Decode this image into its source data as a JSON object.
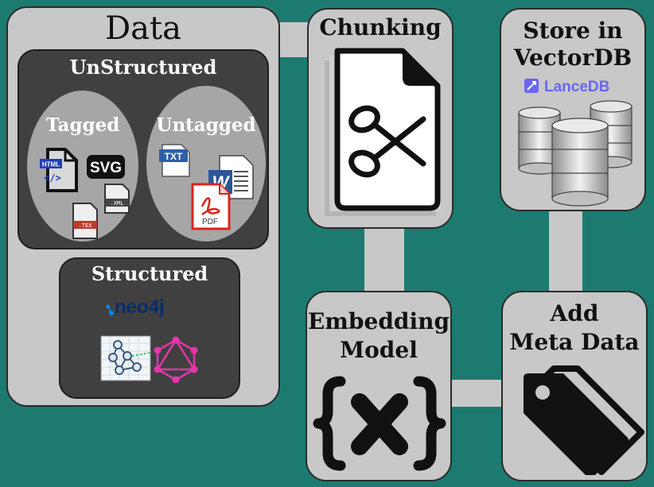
{
  "data_panel": {
    "title": "Data",
    "unstructured": {
      "title": "UnStructured",
      "tagged": {
        "title": "Tagged",
        "icons": [
          {
            "icon": "html-file-icon",
            "text": "HTML",
            "text2": "</>"
          },
          {
            "icon": "svg-file-icon",
            "text": "SVG"
          },
          {
            "icon": "xml-file-icon",
            "text": ".XML"
          },
          {
            "icon": "tex-file-icon",
            "text": ".TEX"
          }
        ]
      },
      "untagged": {
        "title": "Untagged",
        "icons": [
          {
            "icon": "txt-file-icon",
            "text": "TXT"
          },
          {
            "icon": "word-file-icon",
            "text": "W"
          },
          {
            "icon": "pdf-file-icon",
            "text": "PDF"
          }
        ]
      }
    },
    "structured": {
      "title": "Structured",
      "neo4j_logo": "neo4j"
    }
  },
  "chunking": {
    "title": "Chunking"
  },
  "store": {
    "title_line1": "Store in",
    "title_line2": "VectorDB",
    "lancedb_logo": "LanceDB"
  },
  "embedding": {
    "title_line1": "Embedding",
    "title_line2": "Model"
  },
  "metadata": {
    "title_line1": "Add",
    "title_line2": "Meta Data"
  },
  "colors": {
    "background": "#1d7a70",
    "panel": "#c8c8c8",
    "dark_panel": "#404040",
    "ellipse": "#a6a6a6",
    "graphql_pink": "#e535ab",
    "lancedb_blue": "#6b66f0",
    "neo4j_blue": "#018bff",
    "pdf_red": "#d9241c",
    "word_blue": "#2b5797"
  }
}
